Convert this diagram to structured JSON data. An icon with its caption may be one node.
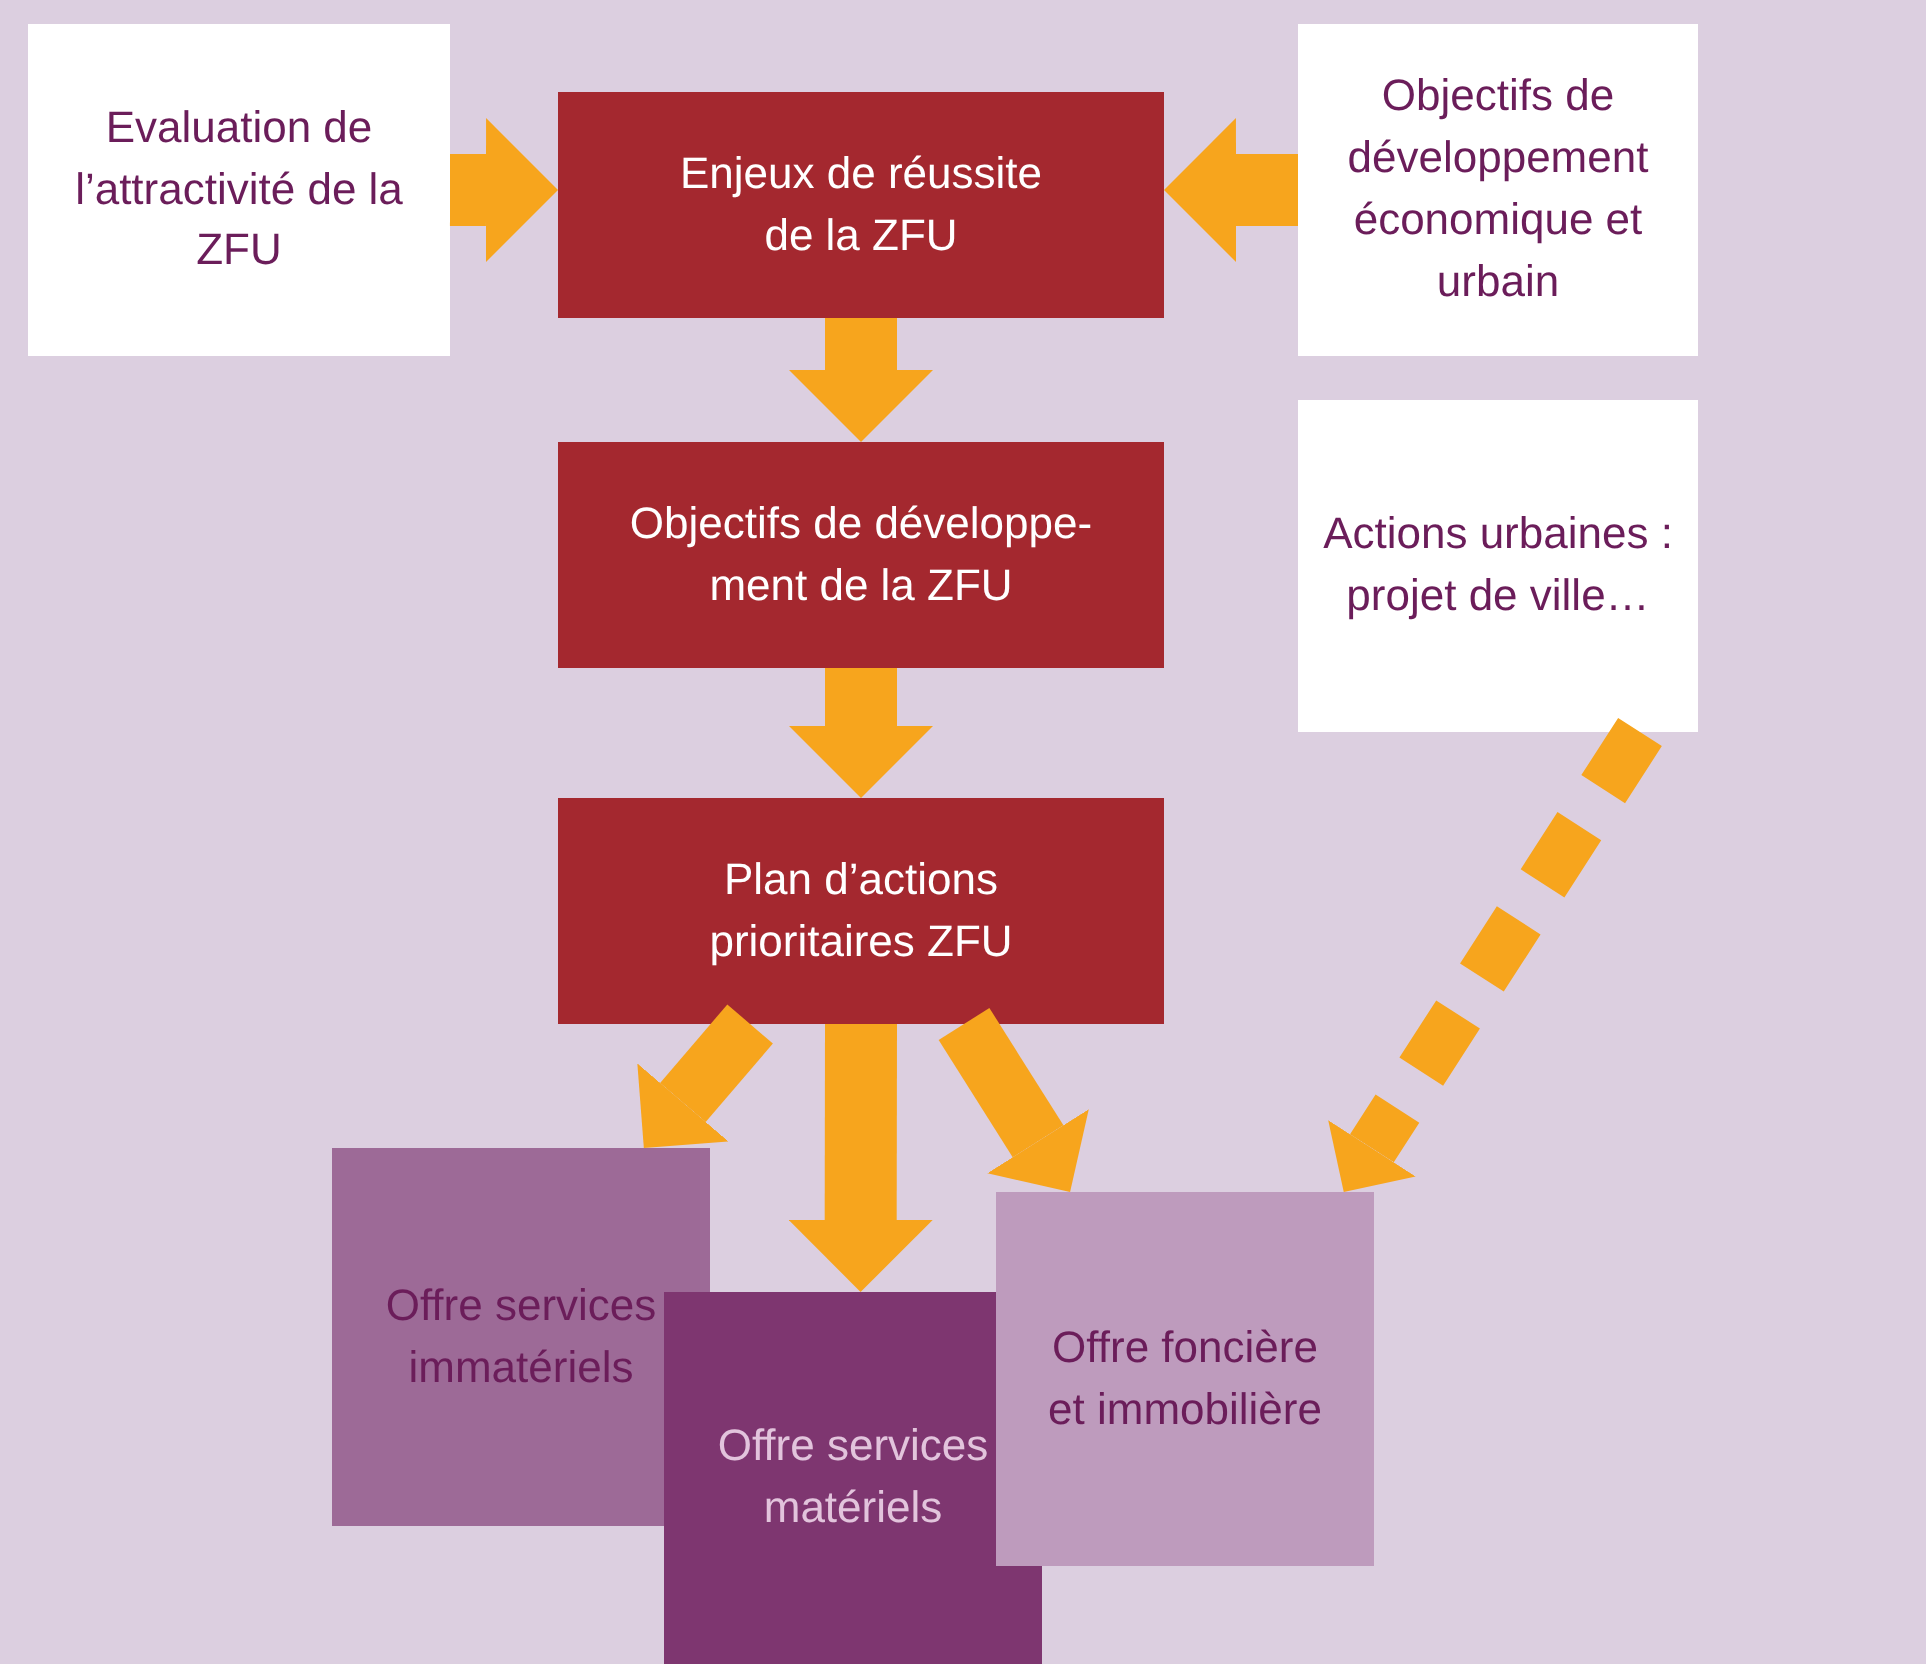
{
  "diagram": {
    "nodes": [
      {
        "text": [
          "Evaluation de l’attractivité de la ZFU"
        ]
      },
      {
        "text": [
          "Enjeux de réussite de la ZFU"
        ]
      },
      {
        "text": [
          "Objectifs de développement économique et urbain"
        ]
      },
      {
        "text": [
          "Actions urbaines : projet de ville…"
        ]
      },
      {
        "text": [
          "Objectifs de développe- ment de la ZFU"
        ]
      },
      {
        "text": [
          "Plan d’actions prioritaires ZFU"
        ]
      },
      {
        "text": [
          "Offre services immatériels"
        ]
      },
      {
        "text": [
          "Offre services matériels"
        ]
      },
      {
        "text": [
          "Offre foncière et immobilière"
        ]
      }
    ],
    "edges": [
      {
        "from": 0,
        "to": 1,
        "arrow": "to"
      },
      {
        "from": 2,
        "to": 1,
        "arrow": "to"
      },
      {
        "from": 1,
        "to": 4,
        "arrow": "to"
      },
      {
        "from": 4,
        "to": 5,
        "arrow": "to"
      },
      {
        "from": 5,
        "to": 6,
        "arrow": "to"
      },
      {
        "from": 5,
        "to": 7,
        "arrow": "to"
      },
      {
        "from": 5,
        "to": 8,
        "arrow": "to"
      },
      {
        "from": 3,
        "to": 8,
        "arrow": "to",
        "style": "dashed"
      }
    ]
  }
}
